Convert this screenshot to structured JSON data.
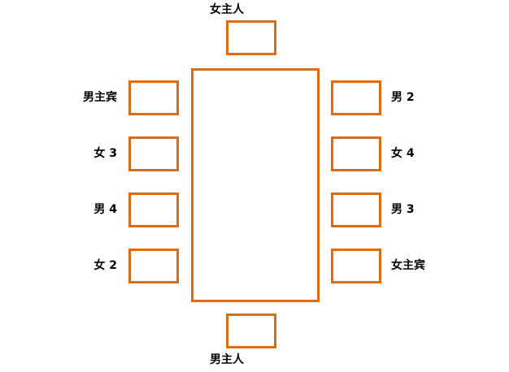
{
  "diagram": {
    "type": "seating-chart",
    "colors": {
      "outline": "#dd6b10",
      "text": "#000000",
      "background": "#ffffff"
    },
    "table": {
      "shape": "rectangle",
      "fill": "#ffffff"
    },
    "seats": {
      "top": {
        "label": "女主人",
        "position": "head-top"
      },
      "bottom": {
        "label": "男主人",
        "position": "head-bottom"
      },
      "left": [
        {
          "label": "男主宾",
          "position": "left-1"
        },
        {
          "label": "女 3",
          "position": "left-2"
        },
        {
          "label": "男 4",
          "position": "left-3"
        },
        {
          "label": "女 2",
          "position": "left-4"
        }
      ],
      "right": [
        {
          "label": "男 2",
          "position": "right-1"
        },
        {
          "label": "女 4",
          "position": "right-2"
        },
        {
          "label": "男 3",
          "position": "right-3"
        },
        {
          "label": "女主宾",
          "position": "right-4"
        }
      ]
    }
  }
}
